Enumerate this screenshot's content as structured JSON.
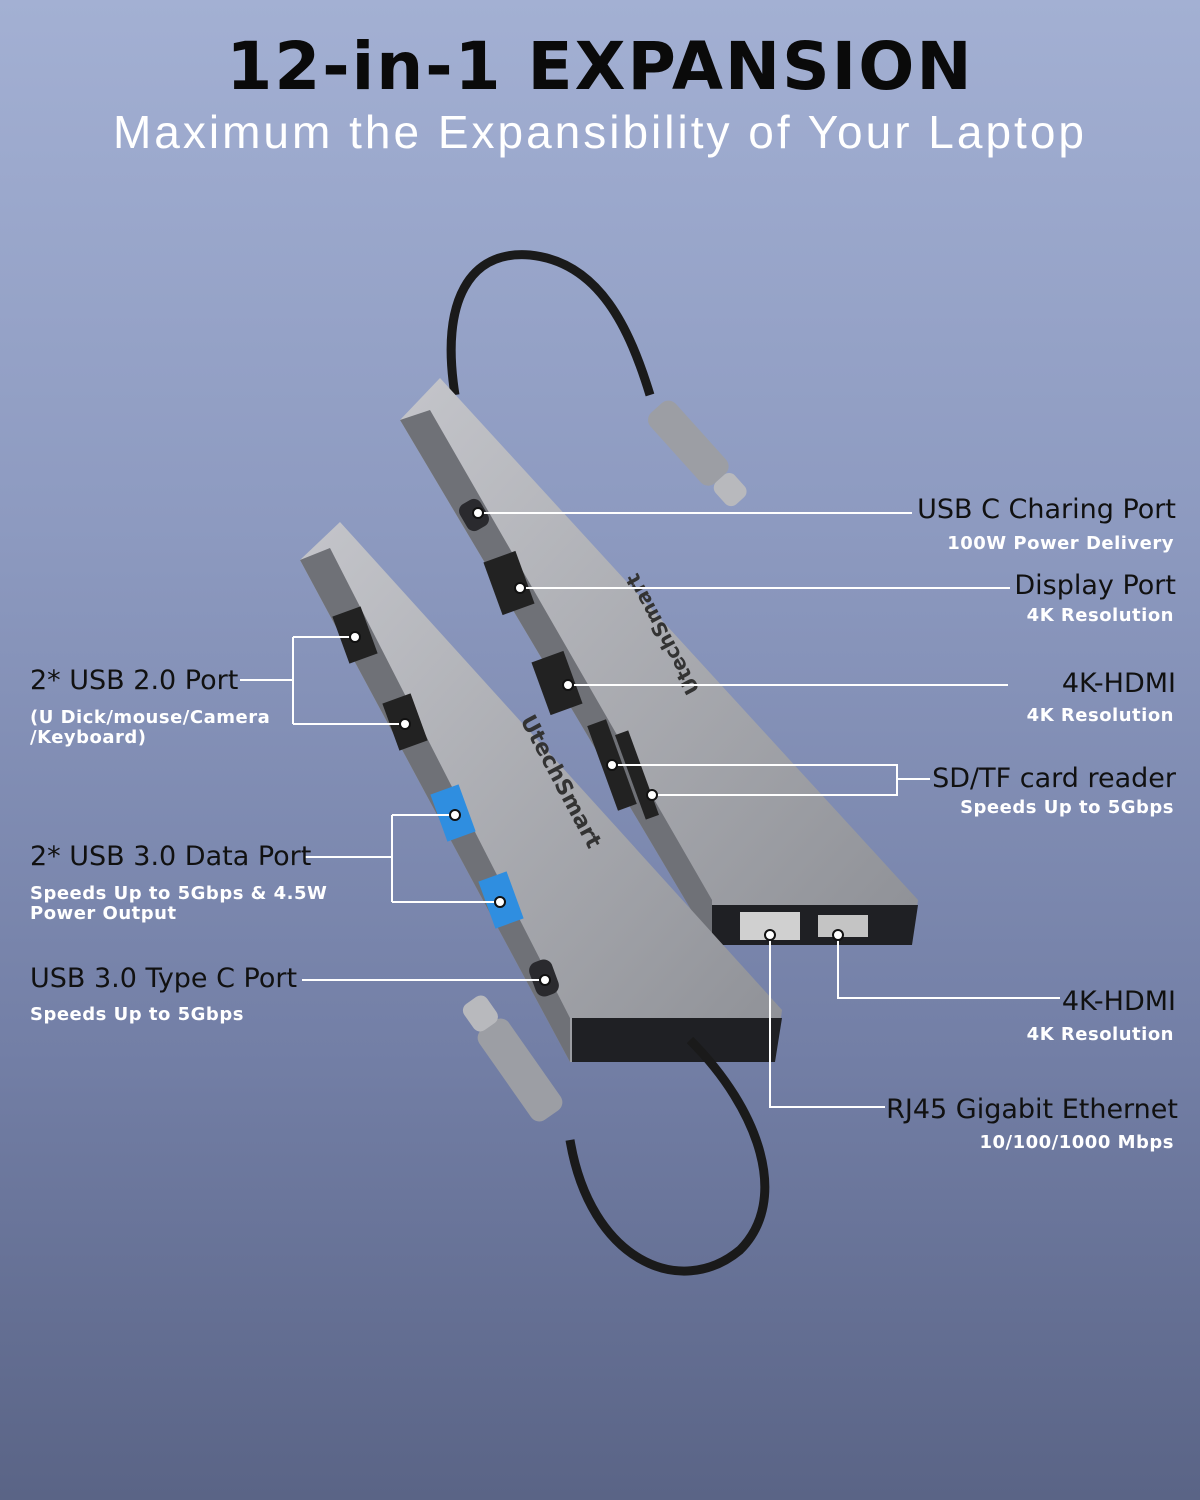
{
  "header": {
    "title": "12-in-1 EXPANSION",
    "subtitle": "Maximum the Expansibility of Your Laptop"
  },
  "brand": "UtechSmart",
  "callouts_right": [
    {
      "label": "USB C Charing Port",
      "sub": "100W Power Delivery"
    },
    {
      "label": "Display Port",
      "sub": "4K Resolution"
    },
    {
      "label": "4K-HDMI",
      "sub": "4K Resolution"
    },
    {
      "label": "SD/TF card reader",
      "sub": "Speeds Up to 5Gbps"
    },
    {
      "label": "4K-HDMI",
      "sub": "4K Resolution"
    },
    {
      "label": "RJ45 Gigabit Ethernet",
      "sub": "10/100/1000 Mbps"
    }
  ],
  "callouts_left": [
    {
      "label": "2* USB 2.0 Port",
      "sub1": "(U Dick/mouse/Camera",
      "sub2": "/Keyboard)"
    },
    {
      "label": "2* USB 3.0 Data Port",
      "sub1": "Speeds Up to 5Gbps & 4.5W",
      "sub2": "Power Output"
    },
    {
      "label": "USB 3.0 Type C Port",
      "sub1": "Speeds Up to 5Gbps"
    }
  ],
  "colors": {
    "usb3_port": "#2f8ee0",
    "device_body": "#a8a9ae",
    "callout_line": "#ffffff"
  }
}
